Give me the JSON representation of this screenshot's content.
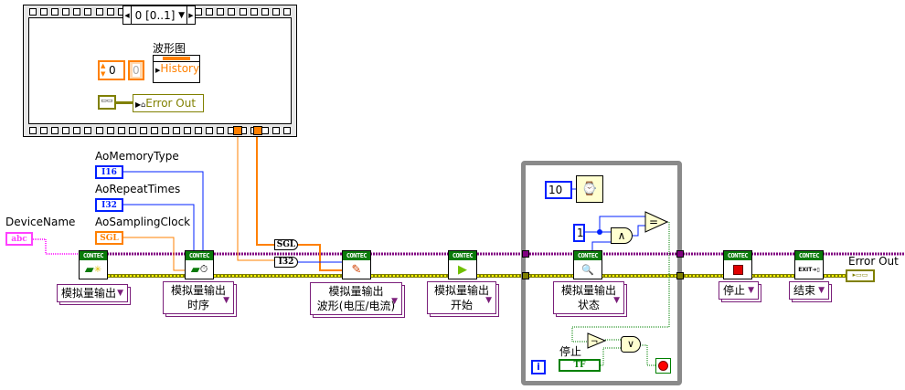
{
  "sequence": {
    "selector": "0 [0..1]",
    "waveform_label": "波形图",
    "history_label": "History",
    "numeric_value": "0",
    "numeric_const": "0",
    "error_out_label": "Error Out",
    "error_const_glyph": "⊡"
  },
  "controls": {
    "device_name": {
      "label": "DeviceName",
      "type": "abc"
    },
    "ao_memory_type": {
      "label": "AoMemoryType",
      "type": "I16"
    },
    "ao_repeat_times": {
      "label": "AoRepeatTimes",
      "type": "I32"
    },
    "ao_sampling_clock": {
      "label": "AoSamplingClock",
      "type": "SGL"
    }
  },
  "coercions": {
    "sgl": "SGL",
    "i32": "I32"
  },
  "vis": [
    {
      "header": "CONTEC",
      "icon": "init-icon",
      "glyph": "✳",
      "ring": [
        "模拟量输出"
      ]
    },
    {
      "header": "CONTEC",
      "icon": "timing-icon",
      "glyph": "⏱",
      "ring": [
        "模拟量输出",
        "时序"
      ]
    },
    {
      "header": "CONTEC",
      "icon": "write-icon",
      "glyph": "✎",
      "ring": [
        "模拟量输出",
        "波形(电压/电流)"
      ]
    },
    {
      "header": "CONTEC",
      "icon": "start-icon",
      "glyph": "▶",
      "ring": [
        "模拟量输出",
        "开始"
      ]
    },
    {
      "header": "CONTEC",
      "icon": "status-icon",
      "glyph": "🔍",
      "ring": [
        "模拟量输出",
        "状态"
      ]
    },
    {
      "header": "CONTEC",
      "icon": "stop-icon",
      "glyph": "■",
      "ring": [
        "停止"
      ]
    },
    {
      "header": "CONTEC",
      "icon": "exit-icon",
      "glyph": "EXIT",
      "ring": [
        "结束"
      ]
    }
  ],
  "loop": {
    "wait_ms": "10",
    "compare_const": "1",
    "and_glyph": "∧",
    "equal_glyph": "=",
    "not_glyph": "¬",
    "or_glyph": "∨",
    "stop_label": "停止",
    "stop_button": "TF",
    "iteration": "i"
  },
  "output": {
    "error_out_label": "Error Out"
  },
  "colors": {
    "string_wire": "#ff40ff",
    "int_wire": "#0020ff",
    "float_wire": "#ff8000",
    "task_wire": "#800080",
    "error_wire": "#808000",
    "bool_wire": "#008000",
    "contec_green": "#0a7a0a"
  }
}
